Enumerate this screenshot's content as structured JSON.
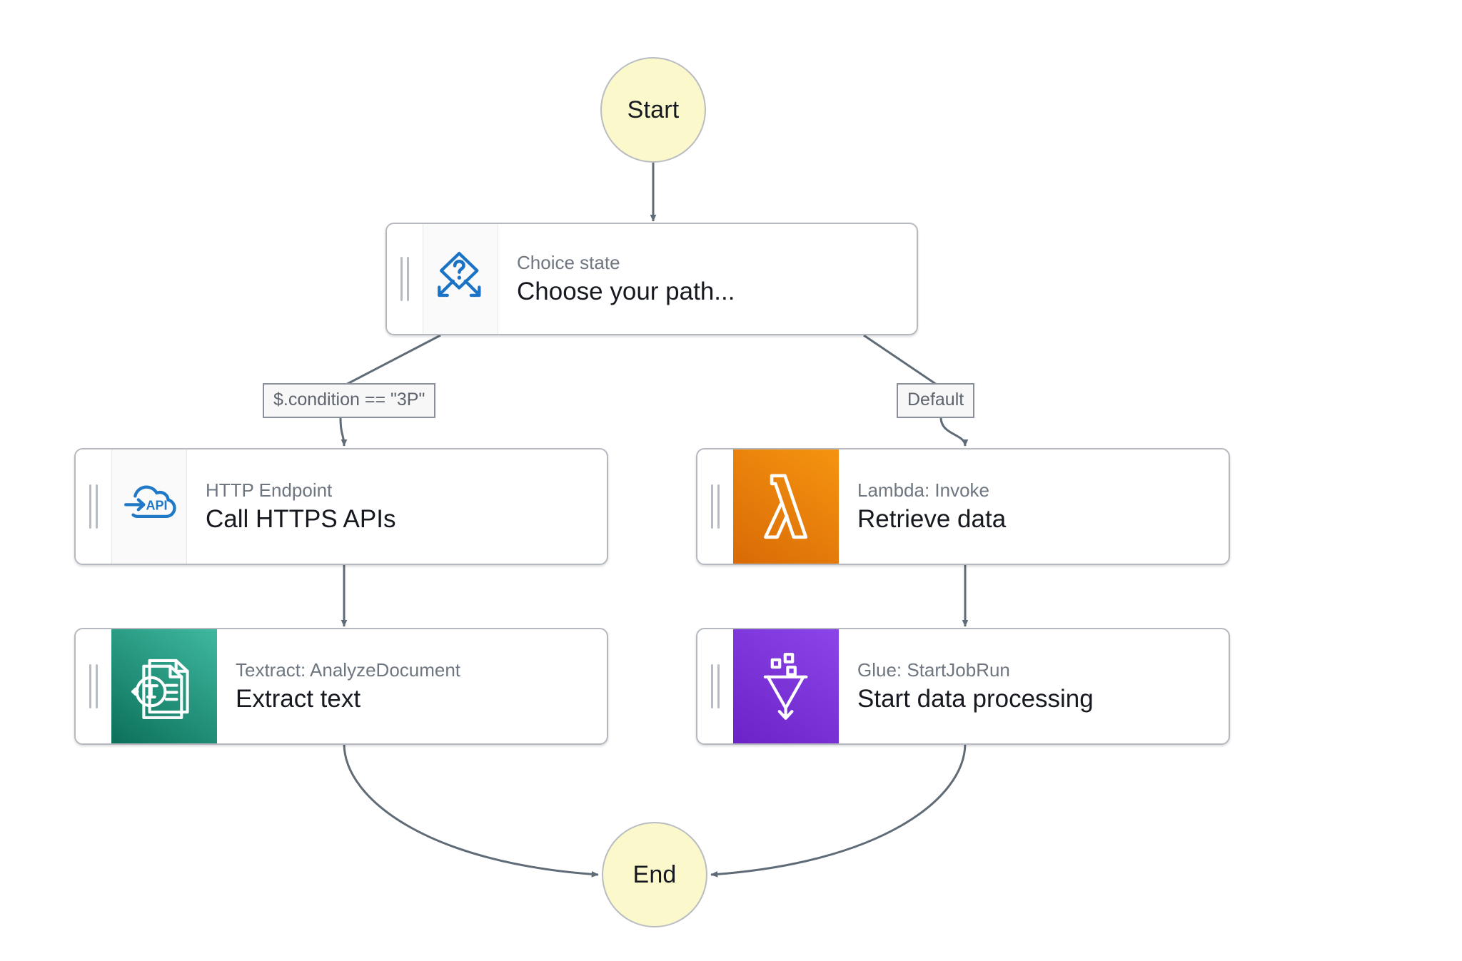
{
  "diagram": {
    "type": "workflow-graph",
    "title": "AWS Step Functions state machine",
    "background": "#ffffff",
    "terminals": {
      "start": {
        "label": "Start",
        "fill": "#fbf8cc",
        "stroke": "#b9bcc2"
      },
      "end": {
        "label": "End",
        "fill": "#fbf8cc",
        "stroke": "#b9bcc2"
      }
    },
    "nodes": [
      {
        "id": "choice",
        "icon": "choice-diamond-question-icon",
        "subtitle": "Choice state",
        "title": "Choose your path...",
        "accent": "#ffffff",
        "icon_color": "#1a73c4"
      },
      {
        "id": "http",
        "icon": "http-endpoint-cloud-api-icon",
        "subtitle": "HTTP Endpoint",
        "title": "Call HTTPS APIs",
        "accent": "#fafafa",
        "icon_color": "#2079c6"
      },
      {
        "id": "lambda",
        "icon": "lambda-icon",
        "subtitle": "Lambda: Invoke",
        "title": "Retrieve data",
        "accent": "#ed8c22",
        "icon_color": "#ffffff"
      },
      {
        "id": "textract",
        "icon": "textract-document-icon",
        "subtitle": "Textract: AnalyzeDocument",
        "title": "Extract text",
        "accent": "#1f9d83",
        "icon_color": "#ffffff"
      },
      {
        "id": "glue",
        "icon": "glue-funnel-icon",
        "subtitle": "Glue: StartJobRun",
        "title": "Start data processing",
        "accent": "#7b2fe0",
        "icon_color": "#ffffff"
      }
    ],
    "edges": [
      {
        "from": "start",
        "to": "choice",
        "label": ""
      },
      {
        "from": "choice",
        "to": "http",
        "label": "$.condition == \"3P\""
      },
      {
        "from": "choice",
        "to": "lambda",
        "label": "Default"
      },
      {
        "from": "http",
        "to": "textract",
        "label": ""
      },
      {
        "from": "lambda",
        "to": "glue",
        "label": ""
      },
      {
        "from": "textract",
        "to": "end",
        "label": ""
      },
      {
        "from": "glue",
        "to": "end",
        "label": ""
      }
    ],
    "edge_labels": {
      "condition_3p": "$.condition == \"3P\"",
      "default": "Default"
    },
    "edge_color": "#5f6b76"
  }
}
